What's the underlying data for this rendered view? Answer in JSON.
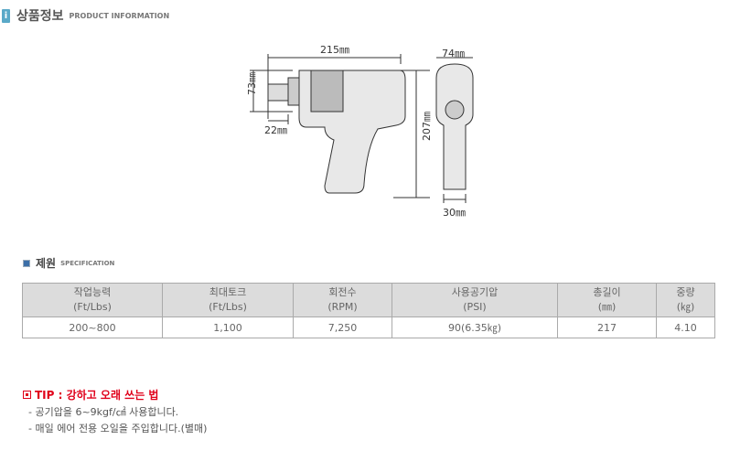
{
  "header": {
    "title": "상품정보",
    "subtitle": "PRODUCT INFORMATION"
  },
  "dimensions": {
    "length": "215㎜",
    "height": "73㎜",
    "nose": "22㎜",
    "total_height": "207㎜",
    "width": "74㎜",
    "grip": "30㎜"
  },
  "spec": {
    "title": "제원",
    "subtitle": "SPECIFICATION",
    "headers": [
      [
        "작업능력",
        "(Ft/Lbs)"
      ],
      [
        "최대토크",
        "(Ft/Lbs)"
      ],
      [
        "회전수",
        "(RPM)"
      ],
      [
        "사용공기압",
        "(PSI)"
      ],
      [
        "총길이",
        "(㎜)"
      ],
      [
        "중량",
        "(㎏)"
      ]
    ],
    "values": [
      "200~800",
      "1,100",
      "7,250",
      "90(6.35㎏)",
      "217",
      "4.10"
    ]
  },
  "tip": {
    "title": "TIP : 강하고 오래 쓰는 법",
    "lines": [
      "- 공기압을 6~9kgf/㎠ 사용합니다.",
      "- 매일 에어 전용 오일을 주입합니다.(별매)"
    ]
  }
}
